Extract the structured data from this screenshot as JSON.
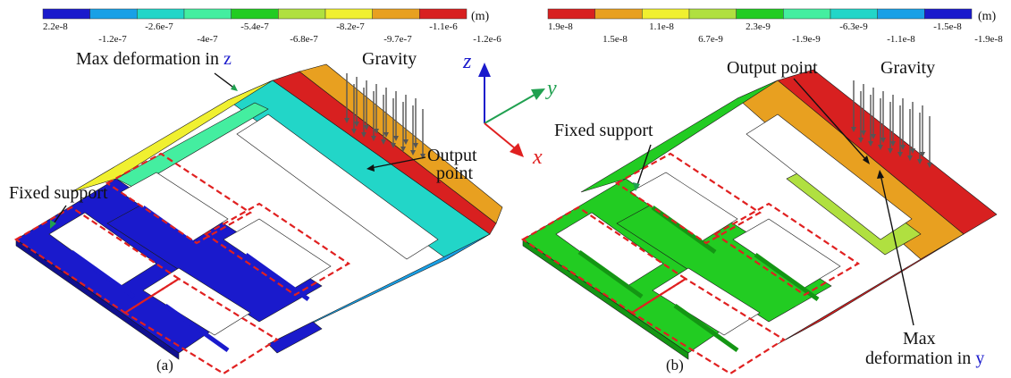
{
  "colors": {
    "panel_a_scale": [
      "#1a1acc",
      "#19a0e6",
      "#22d6c8",
      "#44eea0",
      "#22cc22",
      "#b0e040",
      "#f0f030",
      "#e8a020",
      "#d82020"
    ],
    "panel_b_scale": [
      "#d82020",
      "#e8a020",
      "#f0f030",
      "#b0e040",
      "#22cc22",
      "#44eea0",
      "#22d6c8",
      "#19a0e6",
      "#1a1acc"
    ],
    "clamp_dash": "#e02020",
    "axis_x": "#e02020",
    "axis_y": "#20a050",
    "axis_z": "#1a1acc"
  },
  "panel_a": {
    "label": "(a)",
    "unit": "(m)",
    "colorbar_top_ticks": [
      "2.2e-8",
      "-2.6e-7",
      "-5.4e-7",
      "-8.2e-7",
      "-1.1e-6"
    ],
    "colorbar_bottom_ticks": [
      "-1.2e-7",
      "-4e-7",
      "-6.8e-7",
      "-9.7e-7",
      "-1.2e-6"
    ],
    "annotations": {
      "max_deformation_text": "Max deformation in ",
      "max_deformation_axis": "z",
      "gravity": "Gravity",
      "fixed_support": "Fixed support",
      "output_point_line1": "Output",
      "output_point_line2": "point"
    }
  },
  "panel_b": {
    "label": "(b)",
    "unit": "(m)",
    "colorbar_top_ticks": [
      "1.9e-8",
      "1.1e-8",
      "2.3e-9",
      "-6.3e-9",
      "-1.5e-8"
    ],
    "colorbar_bottom_ticks": [
      "1.5e-8",
      "6.7e-9",
      "-1.9e-9",
      "-1.1e-8",
      "-1.9e-8"
    ],
    "annotations": {
      "output_point": "Output point",
      "gravity": "Gravity",
      "fixed_support": "Fixed support",
      "max_deformation_line1": "Max",
      "max_deformation_line2": "deformation in ",
      "max_deformation_axis": "y"
    }
  },
  "axes": {
    "z": "z",
    "y": "y",
    "x": "x"
  }
}
